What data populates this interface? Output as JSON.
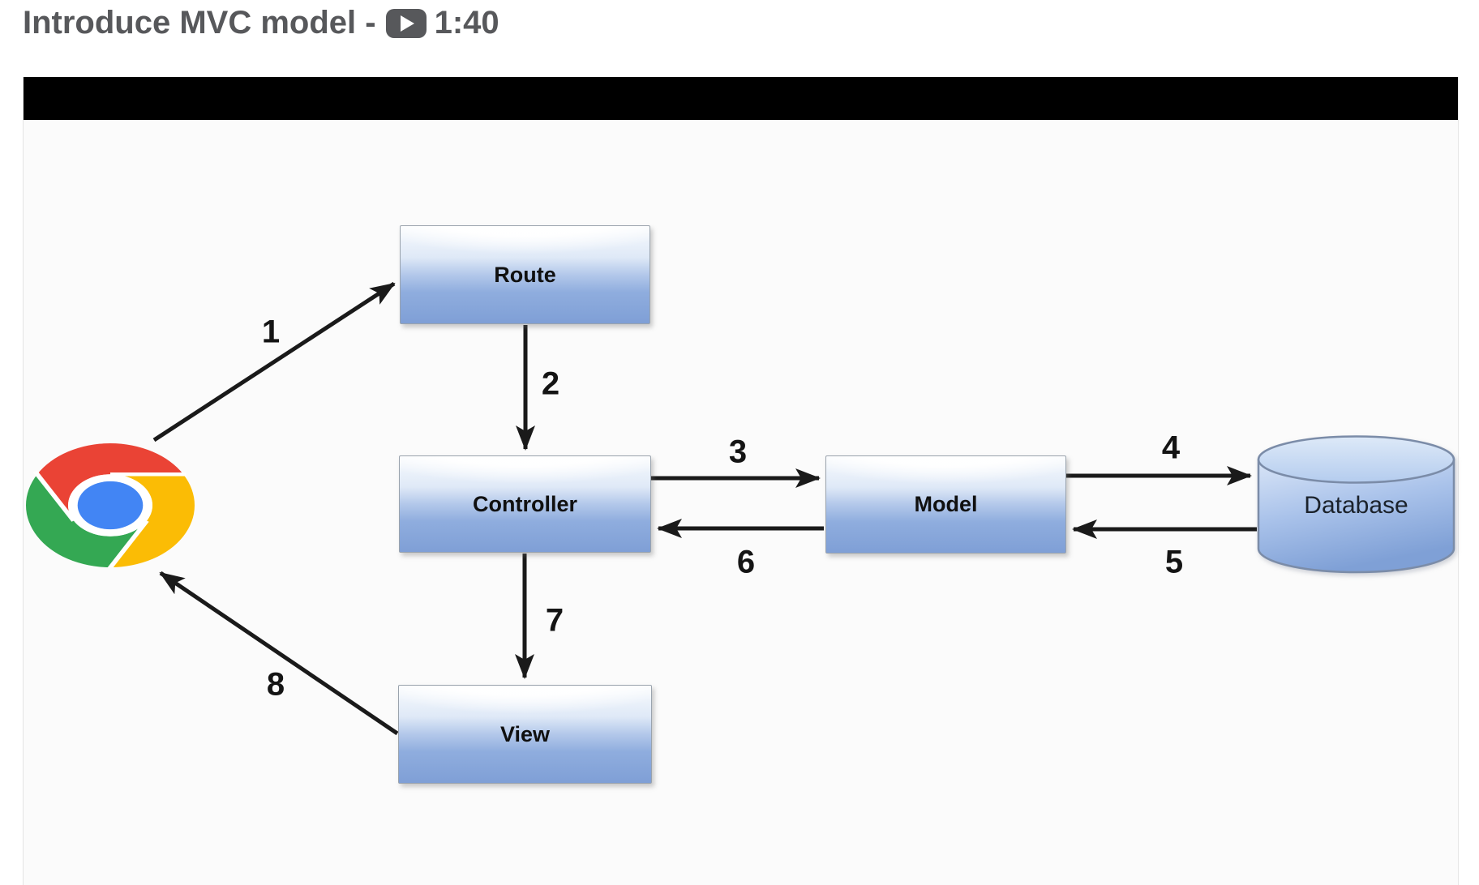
{
  "header": {
    "title_prefix": "Introduce MVC model -",
    "play_icon": "play-badge",
    "duration": "1:40"
  },
  "diagram": {
    "nodes": {
      "route": "Route",
      "controller": "Controller",
      "model": "Model",
      "view": "View",
      "database": "Database",
      "browser": "chrome-logo"
    },
    "flow": [
      {
        "step": "1",
        "from": "Browser",
        "to": "Route"
      },
      {
        "step": "2",
        "from": "Route",
        "to": "Controller"
      },
      {
        "step": "3",
        "from": "Controller",
        "to": "Model"
      },
      {
        "step": "4",
        "from": "Model",
        "to": "Database"
      },
      {
        "step": "5",
        "from": "Database",
        "to": "Model"
      },
      {
        "step": "6",
        "from": "Model",
        "to": "Controller"
      },
      {
        "step": "7",
        "from": "Controller",
        "to": "View"
      },
      {
        "step": "8",
        "from": "View",
        "to": "Browser"
      }
    ],
    "colors": {
      "title_text": "#57585b",
      "player_top_bar": "#000000",
      "box_gradient_top": "#f7fafd",
      "box_gradient_bottom": "#7f9fd6",
      "box_border": "#9aa3ad",
      "arrow": "#1a1a1a",
      "cylinder_border": "#7b8ca8",
      "chrome_red": "#ea4335",
      "chrome_green": "#34a853",
      "chrome_yellow": "#fbbc05",
      "chrome_blue": "#4285f4"
    }
  }
}
